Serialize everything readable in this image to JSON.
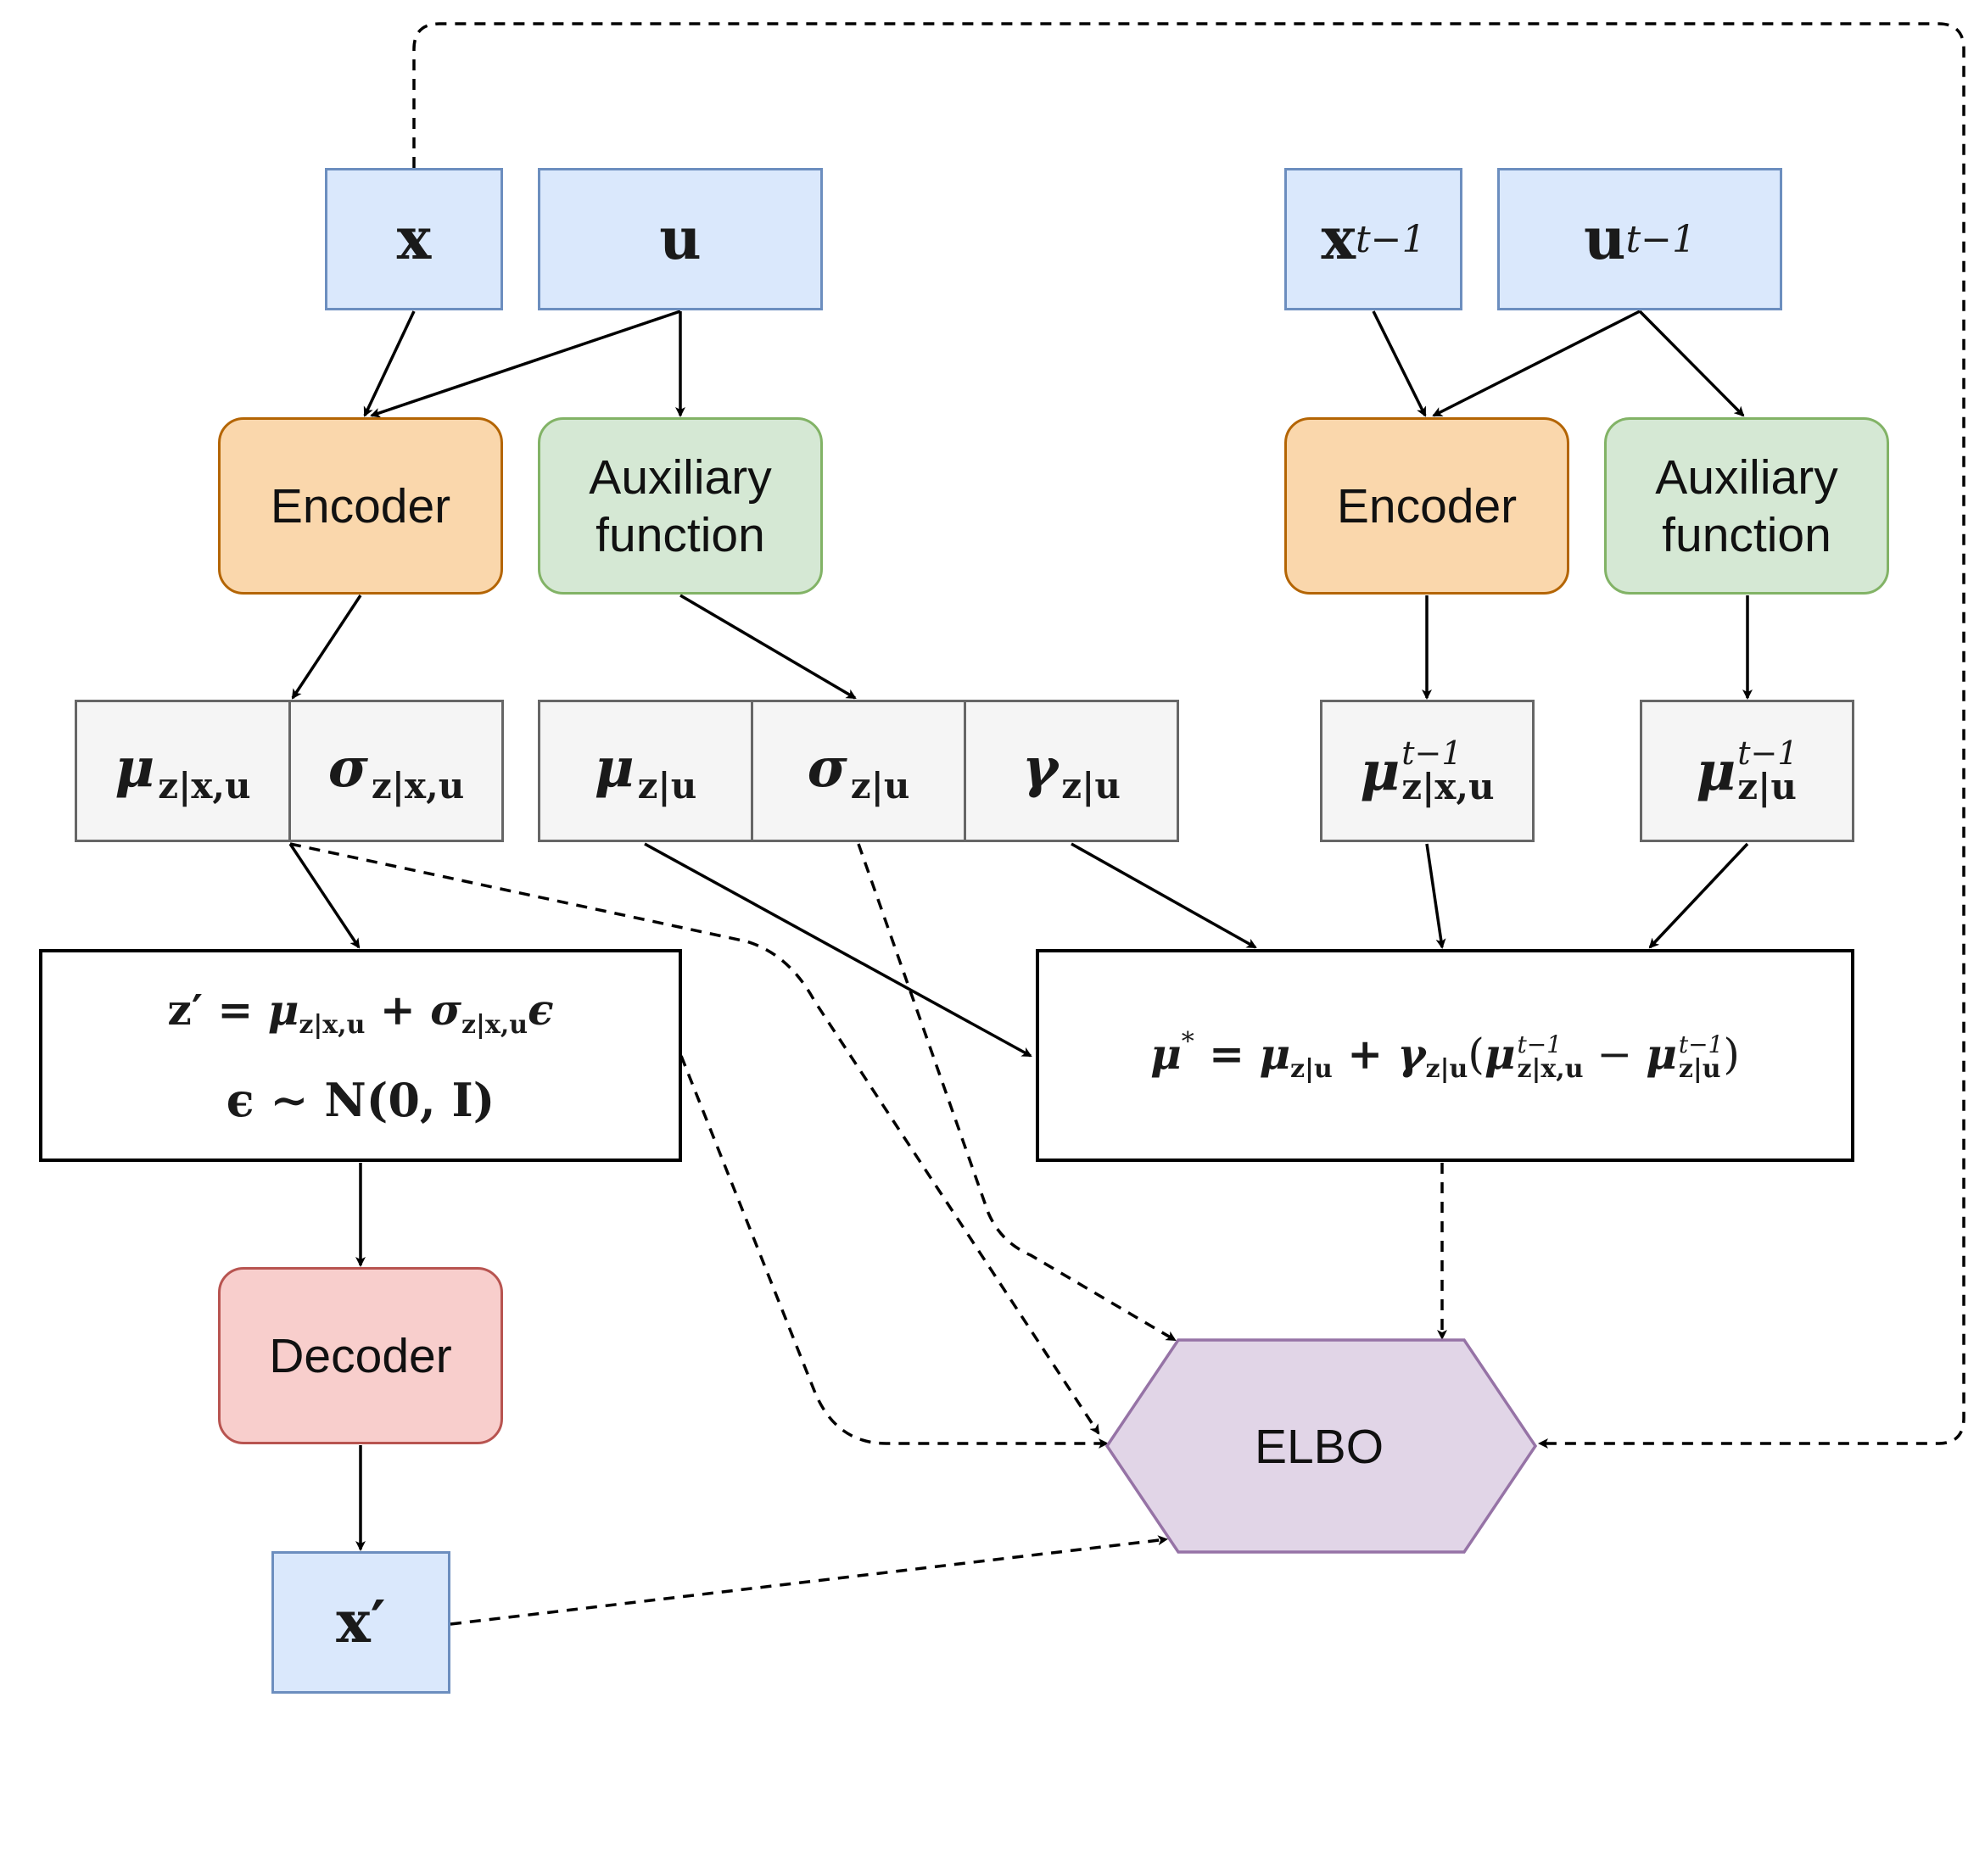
{
  "inputs": {
    "x": "x",
    "u": "u",
    "x_prev_base": "x",
    "x_prev_sup": "t−1",
    "u_prev_base": "u",
    "u_prev_sup": "t−1",
    "x_recon": "x′"
  },
  "blocks": {
    "encoder_left": "Encoder",
    "auxiliary_left": "Auxiliary function",
    "encoder_right": "Encoder",
    "auxiliary_right": "Auxiliary function",
    "decoder": "Decoder",
    "elbo": "ELBO"
  },
  "stats": {
    "mu_zxu_sym": "μ",
    "mu_zxu_sub": "z|x,u",
    "sigma_zxu_sym": "σ",
    "sigma_zxu_sub": "z|x,u",
    "mu_zu_sym": "μ",
    "mu_zu_sub": "z|u",
    "sigma_zu_sym": "σ",
    "sigma_zu_sub": "z|u",
    "gamma_zu_sym": "γ",
    "gamma_zu_sub": "z|u",
    "mu_prev_zxu_sym": "μ",
    "mu_prev_zxu_sup": "t−1",
    "mu_prev_zxu_sub": "z|x,u",
    "mu_prev_zu_sym": "μ",
    "mu_prev_zu_sup": "t−1",
    "mu_prev_zu_sub": "z|u"
  },
  "reparam": {
    "line1_lhs": "z′ = ",
    "line1_mu": "μ",
    "line1_mu_sub": "z|x,u",
    "line1_plus": " + ",
    "line1_sigma": "σ",
    "line1_sigma_sub": "z|x,u",
    "line1_eps": "ϵ",
    "line2": "ϵ ∼ N(0, I)"
  },
  "mu_star": {
    "lhs": "μ",
    "lhs_sup": "*",
    "eq": " = ",
    "mu": "μ",
    "mu_sub": "z|u",
    "plus": " + ",
    "gamma": "γ",
    "gamma_sub": "z|u",
    "open": "(",
    "mu1": "μ",
    "mu1_sup": "t−1",
    "mu1_sub": "z|x,u",
    "minus": " − ",
    "mu2": "μ",
    "mu2_sup": "t−1",
    "mu2_sub": "z|u",
    "close": ")"
  },
  "colors": {
    "input_fill": "#dae8fc",
    "input_stroke": "#6c8ebf",
    "encoder_fill": "#fad7ac",
    "encoder_stroke": "#b46504",
    "auxiliary_fill": "#d5e8d4",
    "auxiliary_stroke": "#82b366",
    "decoder_fill": "#f8cecc",
    "decoder_stroke": "#b85450",
    "stat_fill": "#f5f5f5",
    "stat_stroke": "#666666",
    "elbo_fill": "#e1d5e7",
    "elbo_stroke": "#9673a6"
  }
}
